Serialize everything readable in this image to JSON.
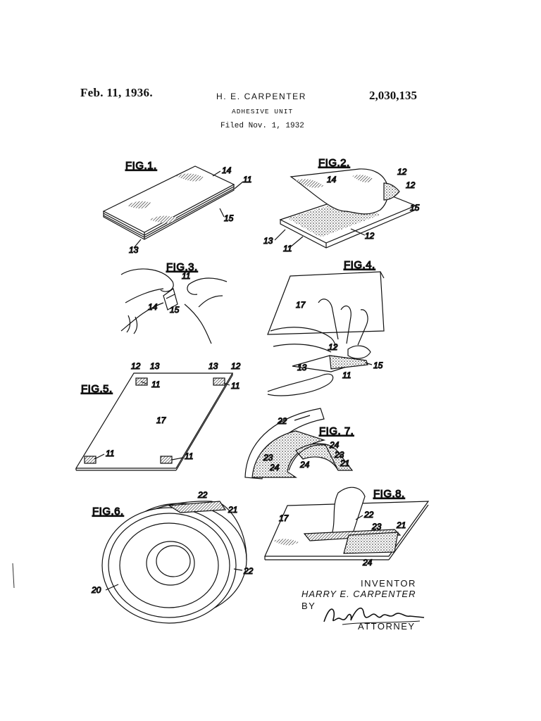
{
  "header": {
    "date": "Feb. 11, 1936.",
    "inventor_name": "H. E. CARPENTER",
    "patent_number": "2,030,135",
    "title": "ADHESIVE UNIT",
    "filed": "Filed Nov. 1, 1932"
  },
  "figures": {
    "fig1": {
      "label": "FIG.1.",
      "refs": [
        "14",
        "11",
        "15",
        "13"
      ]
    },
    "fig2": {
      "label": "FIG.2.",
      "refs": [
        "14",
        "12",
        "12",
        "15",
        "13",
        "11",
        "12"
      ]
    },
    "fig3": {
      "label": "FIG.3.",
      "refs": [
        "11",
        "14",
        "15"
      ]
    },
    "fig4": {
      "label": "FIG.4.",
      "refs": [
        "17",
        "12",
        "13",
        "11",
        "15"
      ]
    },
    "fig5": {
      "label": "FIG.5.",
      "refs": [
        "12",
        "13",
        "11",
        "13",
        "12",
        "11",
        "17",
        "11",
        "11"
      ]
    },
    "fig6": {
      "label": "FIG.6.",
      "refs": [
        "22",
        "21",
        "20",
        "22"
      ]
    },
    "fig7": {
      "label": "FIG. 7.",
      "refs": [
        "22",
        "24",
        "23",
        "23",
        "24",
        "24",
        "21"
      ]
    },
    "fig8": {
      "label": "FIG.8.",
      "refs": [
        "17",
        "22",
        "23",
        "21",
        "24"
      ]
    }
  },
  "signature_block": {
    "inventor_label": "INVENTOR",
    "inventor_full_name": "HARRY E. CARPENTER",
    "by_label": "BY",
    "attorney_label": "ATTORNEY"
  }
}
